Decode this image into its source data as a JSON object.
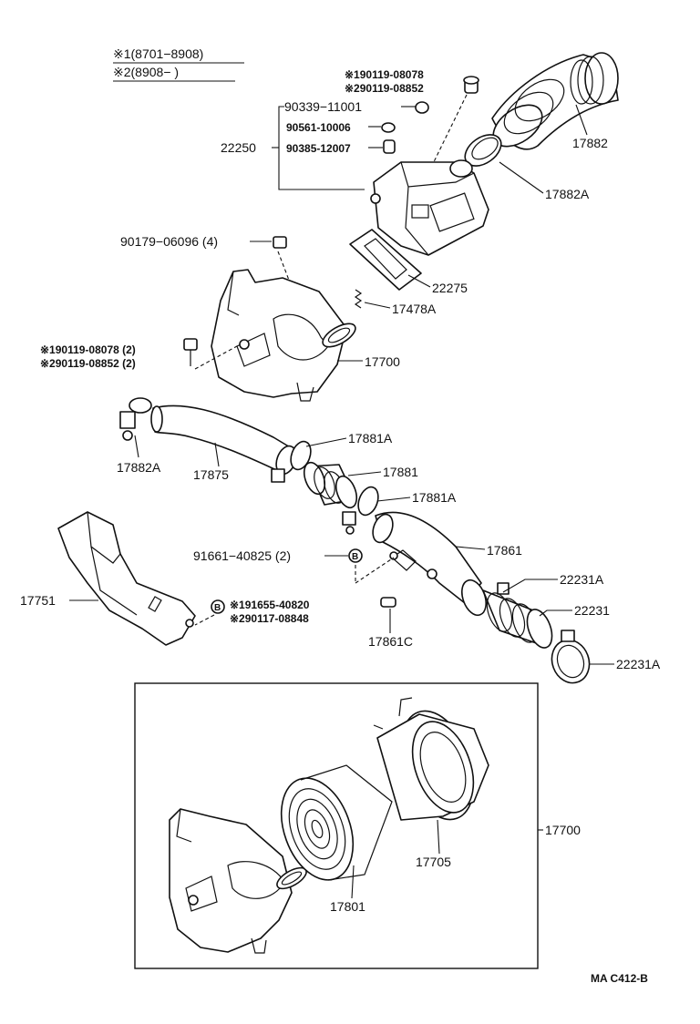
{
  "legend": {
    "note1": "※1(8701−8908)",
    "note2": "※2(8908−        )"
  },
  "labels": {
    "p17882": "17882",
    "p17882A_top": "17882A",
    "bolt_top_1": "※190119-08078",
    "bolt_top_2": "※290119-08852",
    "p90339": "90339−11001",
    "p90561": "90561-10006",
    "p22250": "22250",
    "p90385": "90385-12007",
    "p90179": "90179−06096 (4)",
    "p22275": "22275",
    "p17478A": "17478A",
    "bolt_left_1": "※190119-08078 (2)",
    "bolt_left_2": "※290119-08852 (2)",
    "p17700_top": "17700",
    "p17881A_top": "17881A",
    "p17882A_left": "17882A",
    "p17875": "17875",
    "p17881": "17881",
    "p17881A_bottom": "17881A",
    "p91661": "91661−40825 (2)",
    "p17861": "17861",
    "p22231A_top": "22231A",
    "p17751": "17751",
    "screw_1": "※191655-40820",
    "screw_2": "※290117-08848",
    "p22231": "22231",
    "p17861C": "17861C",
    "p22231A_bottom": "22231A",
    "p17700_box": "17700",
    "p17705": "17705",
    "p17801": "17801",
    "code": "MA  C412-B",
    "marker_b": "B"
  }
}
